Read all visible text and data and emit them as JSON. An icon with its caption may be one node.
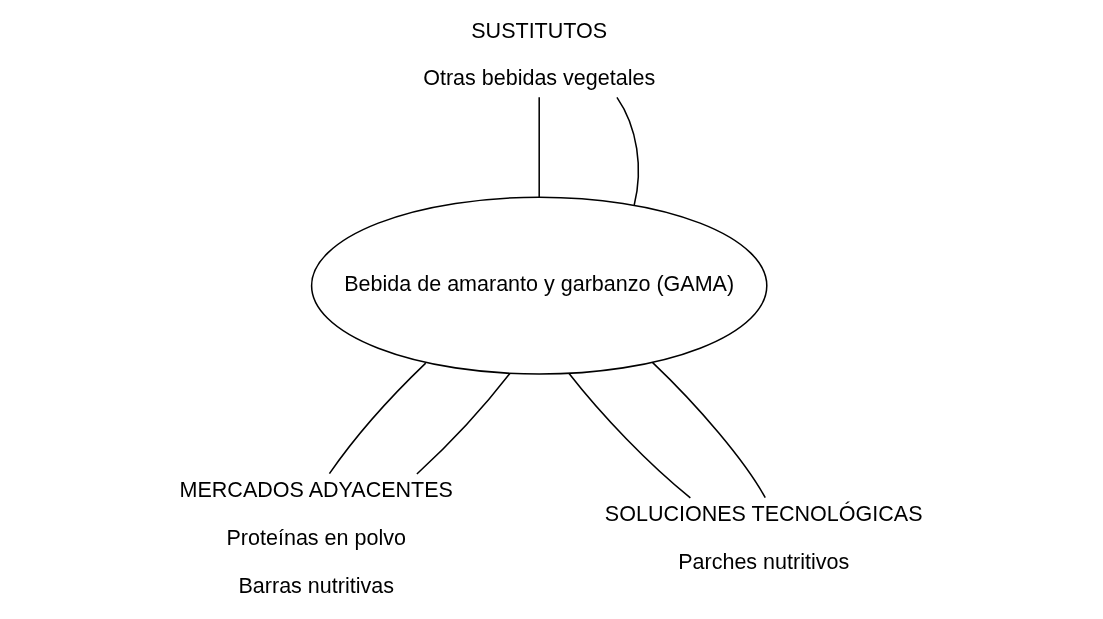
{
  "diagram": {
    "nodes": [
      {
        "text": [
          "Bebida de amaranto y garbanzo (GAMA)"
        ]
      },
      {
        "text": [
          "SUSTITUTOS",
          "Otras bebidas vegetales"
        ]
      },
      {
        "text": [
          "MERCADOS ADYACENTES",
          "Proteínas en polvo",
          "Barras nutritivas"
        ]
      },
      {
        "text": [
          "SOLUCIONES TECNOLÓGICAS",
          "Parches nutritivos"
        ]
      }
    ],
    "edges": [
      {
        "from": 0,
        "to": 1,
        "arrow": "none"
      },
      {
        "from": 0,
        "to": 1,
        "arrow": "none"
      },
      {
        "from": 0,
        "to": 2,
        "arrow": "none"
      },
      {
        "from": 0,
        "to": 2,
        "arrow": "none"
      },
      {
        "from": 0,
        "to": 3,
        "arrow": "none"
      },
      {
        "from": 0,
        "to": 3,
        "arrow": "none"
      }
    ]
  }
}
